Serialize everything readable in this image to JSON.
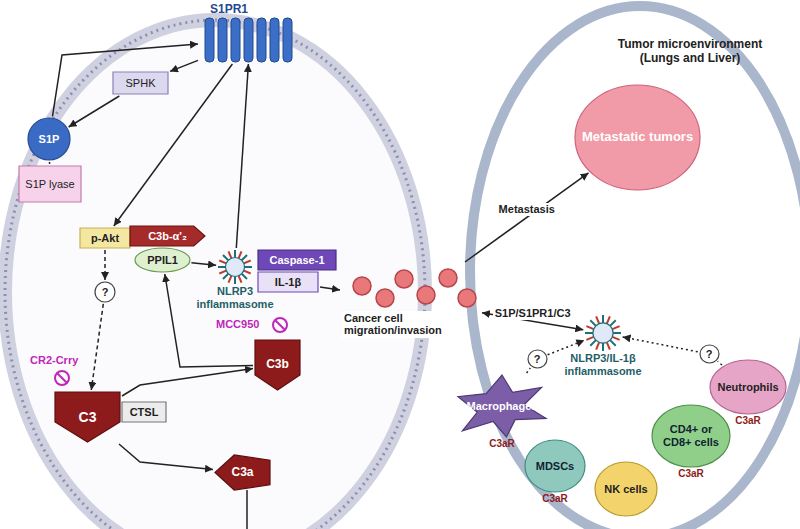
{
  "diagram": {
    "nodes": [
      {
        "text": [
          "S1PR1"
        ]
      },
      {
        "text": [
          "SPHK"
        ]
      },
      {
        "text": [
          "S1P"
        ]
      },
      {
        "text": [
          "S1P lyase"
        ]
      },
      {
        "text": [
          "p-Akt"
        ]
      },
      {
        "text": [
          "?"
        ]
      },
      {
        "text": [
          "C3"
        ]
      },
      {
        "text": [
          "CTSL"
        ]
      },
      {
        "text": [
          "C3b"
        ]
      },
      {
        "text": [
          "C3a"
        ]
      },
      {
        "text": [
          "C3b-α'₂"
        ]
      },
      {
        "text": [
          "PPIL1"
        ]
      },
      {
        "text": [
          "NLRP3 inflammasome"
        ]
      },
      {
        "text": [
          "Caspase-1"
        ]
      },
      {
        "text": [
          "IL-1β"
        ]
      },
      {
        "text": [
          "Cancer cell migration/invasion"
        ]
      },
      {
        "text": [
          "Tumor microenvironment (Lungs and Liver)"
        ]
      },
      {
        "text": [
          "Metastatic tumors"
        ],
        "in": 16
      },
      {
        "text": [
          "NLRP3/IL-1β inflammasome"
        ],
        "in": 16
      },
      {
        "text": [
          "?"
        ],
        "in": 16
      },
      {
        "text": [
          "?"
        ],
        "in": 16
      },
      {
        "text": [
          "Macrophages",
          "C3aR"
        ],
        "in": 16
      },
      {
        "text": [
          "MDSCs",
          "C3aR"
        ],
        "in": 16
      },
      {
        "text": [
          "NK cells"
        ],
        "in": 16
      },
      {
        "text": [
          "CD4+ or CD8+ cells",
          "C3aR"
        ],
        "in": 16
      },
      {
        "text": [
          "Neutrophils",
          "C3aR"
        ],
        "in": 16
      }
    ],
    "edges": [
      {
        "from": 1,
        "to": 2,
        "arrow": "to"
      },
      {
        "from": 2,
        "to": 0,
        "arrow": "to"
      },
      {
        "from": 0,
        "to": 1,
        "arrow": "to"
      },
      {
        "from": 3,
        "to": 2,
        "arrow": "none"
      },
      {
        "from": 0,
        "to": 4,
        "arrow": "to"
      },
      {
        "from": 4,
        "to": 5,
        "arrow": "to"
      },
      {
        "from": 5,
        "to": 6,
        "arrow": "to"
      },
      {
        "from": 6,
        "to": 8,
        "arrow": "to"
      },
      {
        "from": 6,
        "to": 9,
        "arrow": "to"
      },
      {
        "from": 8,
        "to": 11,
        "arrow": "to"
      },
      {
        "from": 11,
        "to": 12,
        "arrow": "to"
      },
      {
        "from": 12,
        "to": 0,
        "arrow": "to"
      },
      {
        "from": 14,
        "to": 15,
        "arrow": "to"
      },
      {
        "from": 15,
        "to": 17,
        "label": "Metastasis",
        "arrow": "to"
      },
      {
        "from": 15,
        "to": 18,
        "label": "S1P/S1PR1/C3",
        "arrow": "both"
      },
      {
        "from": 21,
        "to": 19,
        "arrow": "none"
      },
      {
        "from": 19,
        "to": 18,
        "arrow": "to"
      },
      {
        "from": 25,
        "to": 20,
        "arrow": "none"
      },
      {
        "from": 20,
        "to": 18,
        "arrow": "to"
      }
    ],
    "labels": [
      "CR2-Crry",
      "MCC950"
    ]
  }
}
